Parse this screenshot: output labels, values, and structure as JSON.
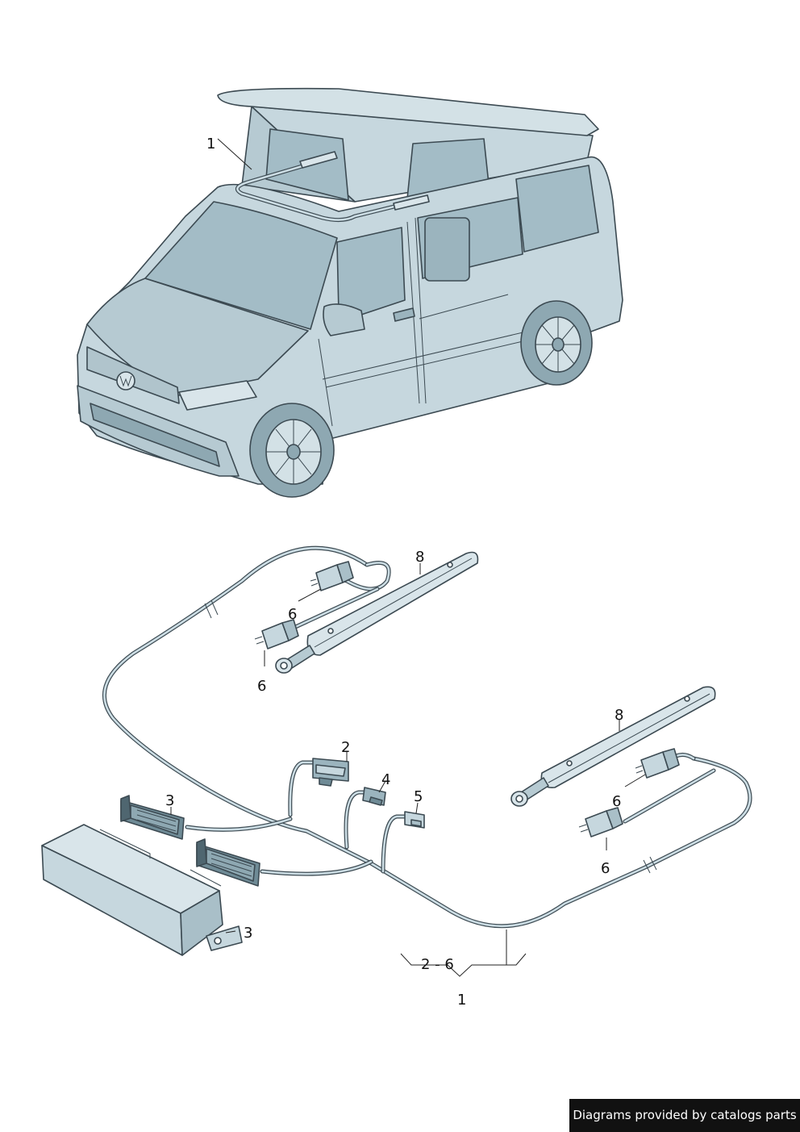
{
  "colors": {
    "body": "#c6d7de",
    "body_dark": "#a9bfc8",
    "glass": "#a3bcc6",
    "outline": "#3c4a52",
    "background": "#ffffff"
  },
  "callouts": {
    "van_roof_harness": "1",
    "connector_2": "2",
    "connector_3_upper": "3",
    "connector_3_lower": "3",
    "connector_4": "4",
    "connector_5": "5",
    "plug_6_left_upper": "6",
    "plug_6_left_lower": "6",
    "plug_6_right_upper": "6",
    "plug_6_right_lower": "6",
    "strut_8_left": "8",
    "strut_8_right": "8",
    "bracket_range": "2 - 6",
    "harness_assembly": "1"
  },
  "footer": {
    "credit": "Diagrams provided by catalogs parts"
  }
}
